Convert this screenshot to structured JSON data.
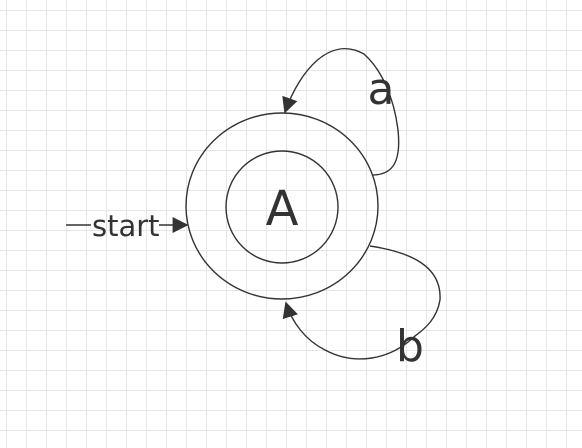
{
  "diagram": {
    "type": "finite-automaton",
    "start_label": "start",
    "states": [
      {
        "name": "A",
        "accepting": true,
        "initial": true
      }
    ],
    "transitions": [
      {
        "from": "A",
        "to": "A",
        "symbol": "a"
      },
      {
        "from": "A",
        "to": "A",
        "symbol": "b"
      }
    ]
  },
  "colors": {
    "background": "#ffffff",
    "grid": "#e6e6e6",
    "stroke": "#333333"
  }
}
